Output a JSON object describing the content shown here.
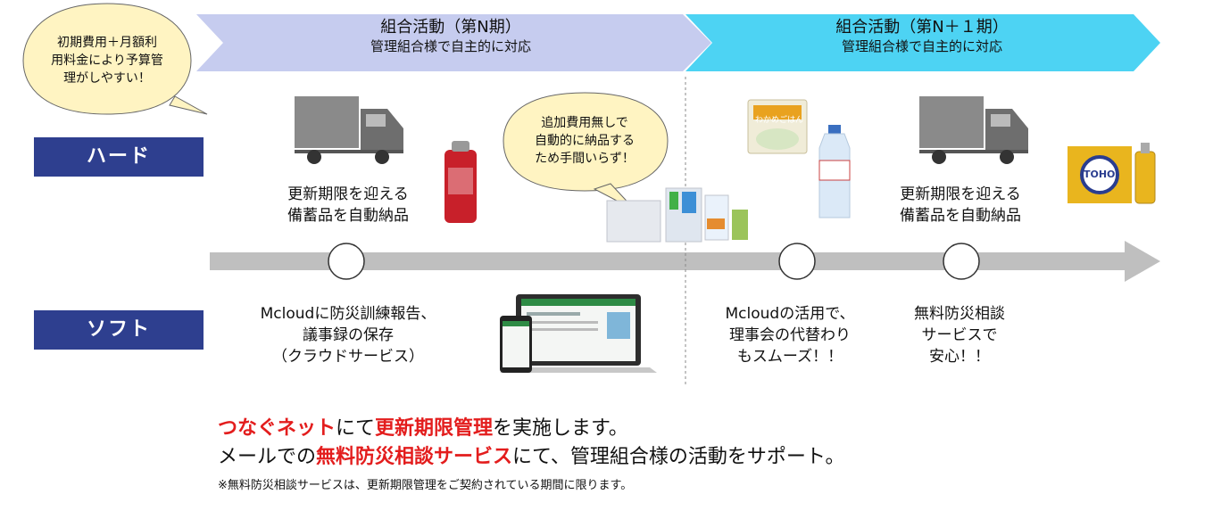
{
  "phases": [
    {
      "title": "組合活動（第N期）",
      "subtitle": "管理組合様で自主的に対応",
      "color": "#C6CCEF"
    },
    {
      "title": "組合活動（第N＋１期）",
      "subtitle": "管理組合様で自主的に対応",
      "color": "#4DD3F3"
    }
  ],
  "row_labels": {
    "hard": "ハード",
    "soft": "ソフト"
  },
  "bubbles": {
    "budget": [
      "初期費用＋月額利",
      "用料金により予算管",
      "理がしやすい！"
    ],
    "no_cost": [
      "追加費用無しで",
      "自動的に納品する",
      "ため手間いらず！"
    ]
  },
  "hard_items": {
    "delivery_1": [
      "更新期限を迎える",
      "備蓄品を自動納品"
    ],
    "delivery_2": [
      "更新期限を迎える",
      "備蓄品を自動納品"
    ]
  },
  "soft_items": {
    "mcloud_report": [
      "Mcloudに防災訓練報告、",
      "議事録の保存",
      "（クラウドサービス）"
    ],
    "mcloud_use": [
      "Mcloudの活用で、",
      "理事会の代替わり",
      "もスムーズ！！"
    ],
    "consult": [
      "無料防災相談",
      "サービスで",
      "安心！！"
    ]
  },
  "product_labels": {
    "rice_pack": "わかめごはん",
    "cassette_brand": "TOHO"
  },
  "footer": {
    "line1": [
      {
        "text": "つなぐネット",
        "highlight": true
      },
      {
        "text": "にて",
        "highlight": false
      },
      {
        "text": "更新期限管理",
        "highlight": true
      },
      {
        "text": "を実施します。",
        "highlight": false
      }
    ],
    "line2": [
      {
        "text": "メールでの",
        "highlight": false
      },
      {
        "text": "無料防災相談サービス",
        "highlight": true
      },
      {
        "text": "にて、管理組合様の活動をサポート。",
        "highlight": false
      }
    ],
    "note": "※無料防災相談サービスは、更新期限管理をご契約されている期間に限ります。"
  },
  "colors": {
    "label_bg": "#2E3F8F",
    "timeline": "#BFBFBF",
    "highlight_red": "#E31D1D",
    "truck": "#8A8A8A"
  }
}
